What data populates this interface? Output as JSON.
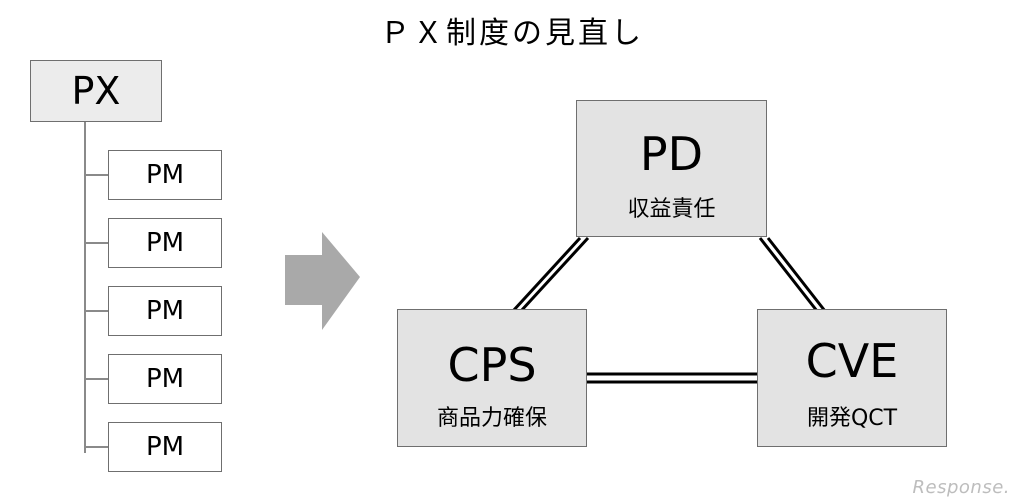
{
  "title": "ＰＸ制度の見直し",
  "old_structure": {
    "root": "PX",
    "children": [
      "PM",
      "PM",
      "PM",
      "PM",
      "PM"
    ]
  },
  "new_structure": {
    "pd": {
      "abbr": "PD",
      "role": "収益責任"
    },
    "cps": {
      "abbr": "CPS",
      "role": "商品力確保"
    },
    "cve": {
      "abbr": "CVE",
      "role": "開発QCT"
    }
  },
  "watermark": "Response."
}
